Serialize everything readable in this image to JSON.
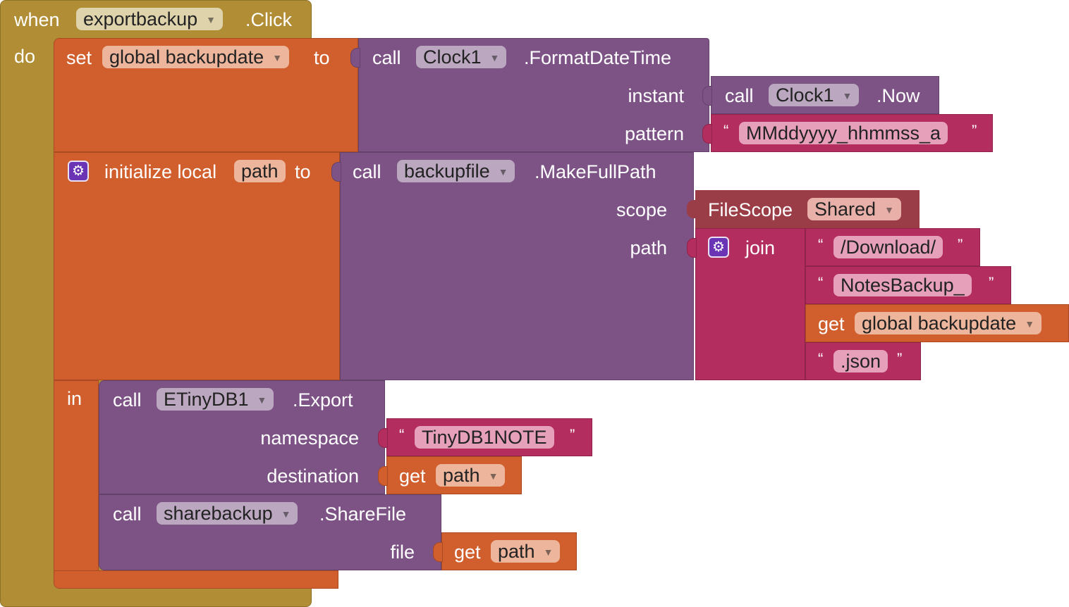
{
  "event": {
    "when_label": "when",
    "component": "exportbackup",
    "event_name": ".Click",
    "do_label": "do"
  },
  "set_block": {
    "set_label": "set",
    "variable": "global backupdate",
    "to_label": "to"
  },
  "format_call": {
    "call_label": "call",
    "component": "Clock1",
    "method": ".FormatDateTime",
    "instant_label": "instant",
    "pattern_label": "pattern"
  },
  "now_call": {
    "call_label": "call",
    "component": "Clock1",
    "method": ".Now"
  },
  "pattern_text": {
    "open_quote": "“",
    "value": "MMddyyyy_hhmmss_a",
    "close_quote": "”"
  },
  "local_block": {
    "init_label": "initialize local",
    "name": "path",
    "to_label": "to",
    "in_label": "in"
  },
  "makepath_call": {
    "call_label": "call",
    "component": "backupfile",
    "method": ".MakeFullPath",
    "scope_label": "scope",
    "path_label": "path"
  },
  "filescope": {
    "label": "FileScope",
    "value": "Shared"
  },
  "join": {
    "label": "join",
    "parts": [
      {
        "open": "“",
        "value": "/Download/",
        "close": "”"
      },
      {
        "open": "“",
        "value": "NotesBackup_",
        "close": "”"
      },
      {
        "get_label": "get",
        "variable": "global backupdate"
      },
      {
        "open": "“",
        "value": ".json",
        "close": "”"
      }
    ]
  },
  "export_call": {
    "call_label": "call",
    "component": "ETinyDB1",
    "method": ".Export",
    "namespace_label": "namespace",
    "destination_label": "destination",
    "namespace_text": {
      "open": "“",
      "value": "TinyDB1NOTE",
      "close": "”"
    },
    "destination_get": {
      "get_label": "get",
      "variable": "path"
    }
  },
  "share_call": {
    "call_label": "call",
    "component": "sharebackup",
    "method": ".ShareFile",
    "file_label": "file",
    "file_get": {
      "get_label": "get",
      "variable": "path"
    }
  },
  "colors": {
    "event": "#b18e35",
    "variable": "#d05f2d",
    "component": "#7d5386",
    "text": "#b32d5e",
    "helper": "#9a3d46",
    "mutator_gear": "#6a34b4"
  }
}
